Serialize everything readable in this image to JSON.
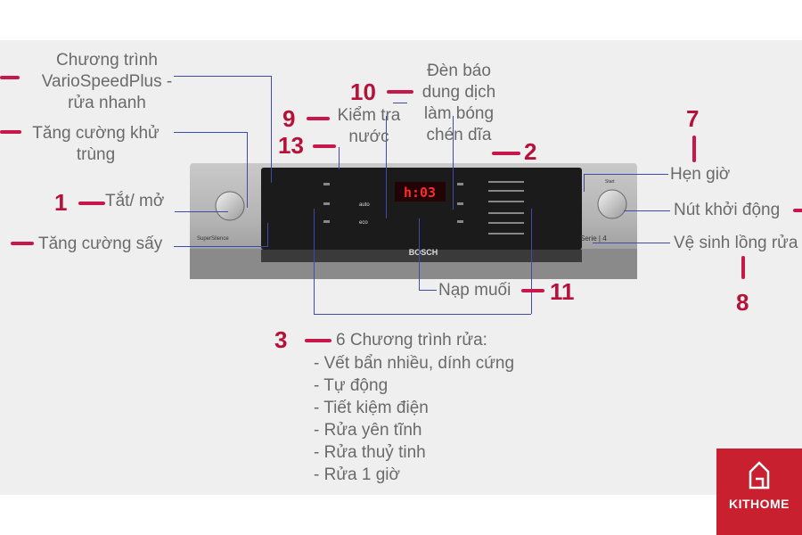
{
  "labels": {
    "vario": [
      "Chương trình",
      "VarioSpeedPlus -",
      "rửa nhanh"
    ],
    "hygiene": [
      "Tăng cường khử",
      "trùng"
    ],
    "onoff": "Tắt/ mở",
    "dry": "Tăng cường sấy",
    "rinse": [
      "Đèn báo",
      "dung dịch",
      "làm bóng",
      "chén dĩa"
    ],
    "water": [
      "Kiểm tra",
      "nước"
    ],
    "timer": "Hẹn giờ",
    "start": "Nút khởi động",
    "clean": "Vệ sinh lồng rửa",
    "salt": "Nạp muối",
    "programs_title": "6 Chương trình rửa:",
    "programs": [
      "- Vết bẩn nhiều, dính cứng",
      "- Tự động",
      "- Tiết kiệm điện",
      "- Rửa yên tĩnh",
      "- Rửa thuỷ tinh",
      "- Rửa 1 giờ"
    ]
  },
  "numbers": {
    "n1": "1",
    "n2": "2",
    "n3": "3",
    "n7": "7",
    "n8": "8",
    "n9": "9",
    "n10": "10",
    "n11": "11",
    "n13": "13"
  },
  "panel": {
    "display": "h:03",
    "brand": "BOSCH",
    "series": "Serie | 4",
    "supersilence": "SuperSilence",
    "start_label": "Start",
    "auto": "auto",
    "eco": "eco"
  },
  "logo": {
    "text": "KITHOME"
  },
  "colors": {
    "accent": "#c8174a",
    "leader": "#3f4ba8",
    "logo_bg": "#c8202e"
  }
}
